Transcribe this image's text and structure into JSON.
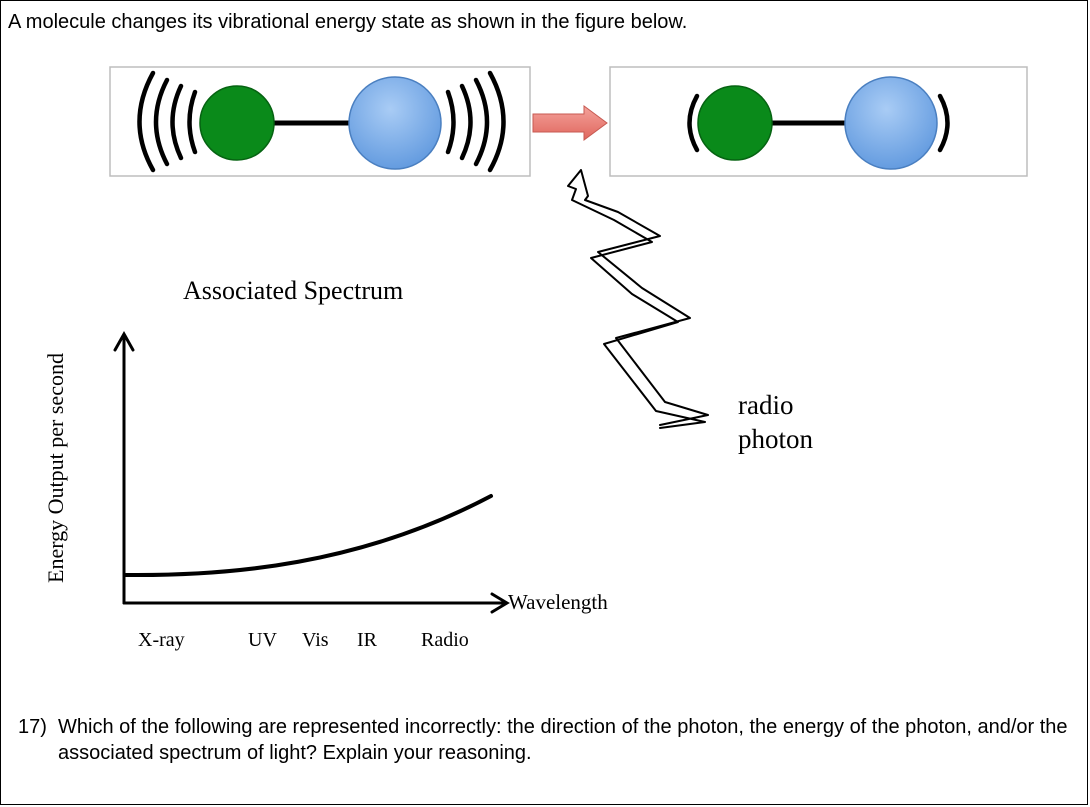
{
  "intro_text": "A molecule changes its vibrational energy state as shown in the figure below.",
  "spectrum": {
    "title": "Associated Spectrum",
    "ylabel": "Energy Output per second",
    "xlabel": "Wavelength",
    "ticks": [
      "X-ray",
      "UV",
      "Vis",
      "IR",
      "Radio"
    ]
  },
  "photon_label": {
    "line1": "radio",
    "line2": "photon"
  },
  "question": {
    "number": "17)",
    "text": "Which of the following are represented incorrectly: the direction of the photon, the energy of the photon, and/or the associated spectrum of light?  Explain your reasoning."
  },
  "colors": {
    "atom_small": "#0a8a1a",
    "atom_large": "#7aaee8",
    "arrow": "#e87a72"
  },
  "chart_data": {
    "type": "line",
    "title": "Associated Spectrum",
    "xlabel": "Wavelength",
    "ylabel": "Energy Output per second",
    "categories": [
      "X-ray",
      "UV",
      "Vis",
      "IR",
      "Radio"
    ],
    "trend": "increasing with wavelength (curve rises toward Radio)"
  }
}
